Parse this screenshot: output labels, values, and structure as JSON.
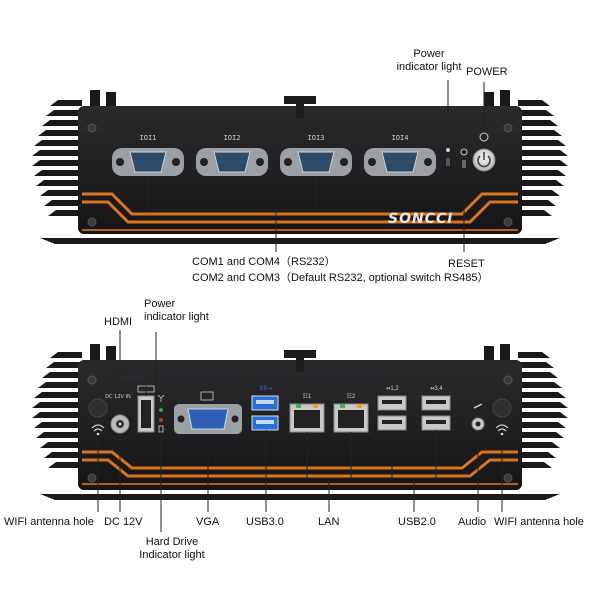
{
  "brand": "SONCCI",
  "top_panel": {
    "port_marks": [
      "IOI1",
      "IOI2",
      "IOI3",
      "IOI4"
    ],
    "labels": {
      "power_light": "Power\nindicator light",
      "power": "POWER",
      "com_line1": "COM1 and COM4（RS232）",
      "com_line2": "COM2 and COM3（Default RS232, optional switch RS485）",
      "reset": "RESET"
    }
  },
  "bottom_panel": {
    "labels": {
      "hdmi": "HDMI",
      "power_light": "Power\nindicator light",
      "wifi_left": "WIFI antenna hole",
      "dc": "DC 12V",
      "vga": "VGA",
      "usb3": "USB3.0",
      "lan": "LAN",
      "usb2": "USB2.0",
      "audio": "Audio",
      "wifi_right": "WIFI antenna hole",
      "hdd_light": "Hard Drive\nIndicator light"
    }
  },
  "colors": {
    "chassis": "#1c1c1e",
    "chassis_dark": "#0e0e10",
    "accent_orange": "#d8741f",
    "usb3_blue": "#2a6fd6",
    "vga_blue": "#2d5fb8",
    "leader_line": "#222222"
  }
}
